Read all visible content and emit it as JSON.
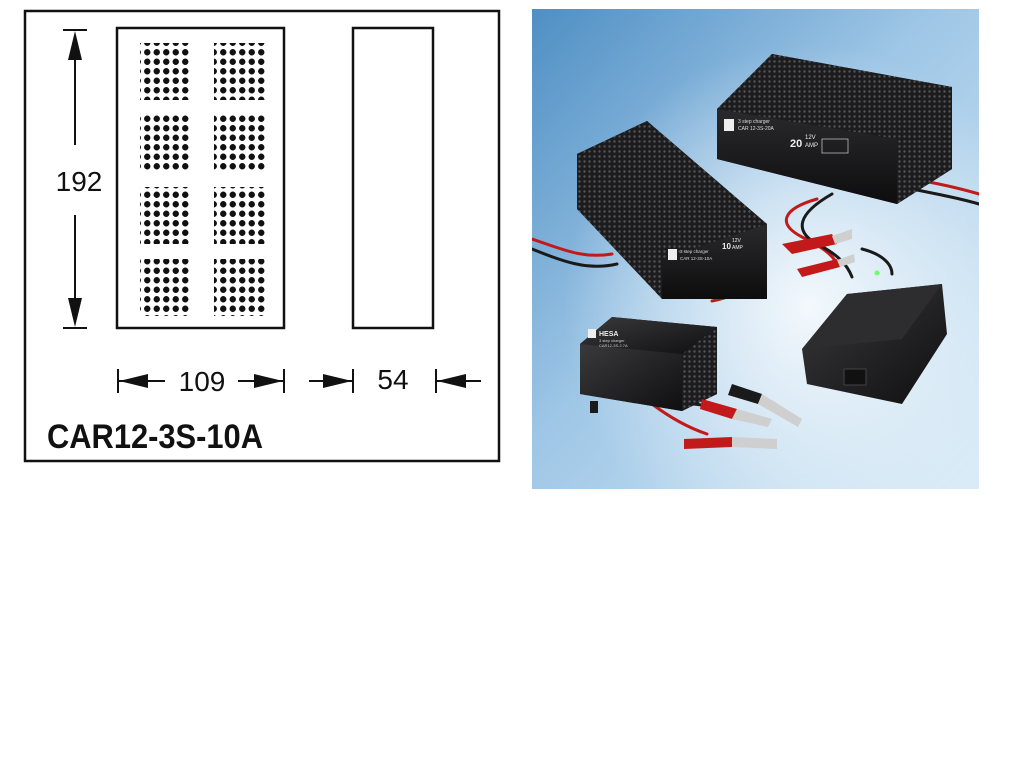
{
  "drawing": {
    "height_label": "192",
    "width_label": "109",
    "depth_label": "54",
    "model_label": "CAR12-3S-10A"
  },
  "photo": {
    "brand": "HESA",
    "large_charger": {
      "line1": "3 step charger",
      "line2": "CAR 12-3S-20A",
      "rating_amp": "20",
      "rating_unit": "AMP",
      "rating_volt": "12V"
    },
    "medium_charger": {
      "line1": "3 step charger",
      "line2": "CAR 12-3S-10A",
      "rating_amp": "10",
      "rating_unit": "AMP",
      "rating_volt": "12V"
    },
    "small_charger": {
      "line1": "3 step charger",
      "line2": "CAR12-3S-2.7A"
    }
  }
}
